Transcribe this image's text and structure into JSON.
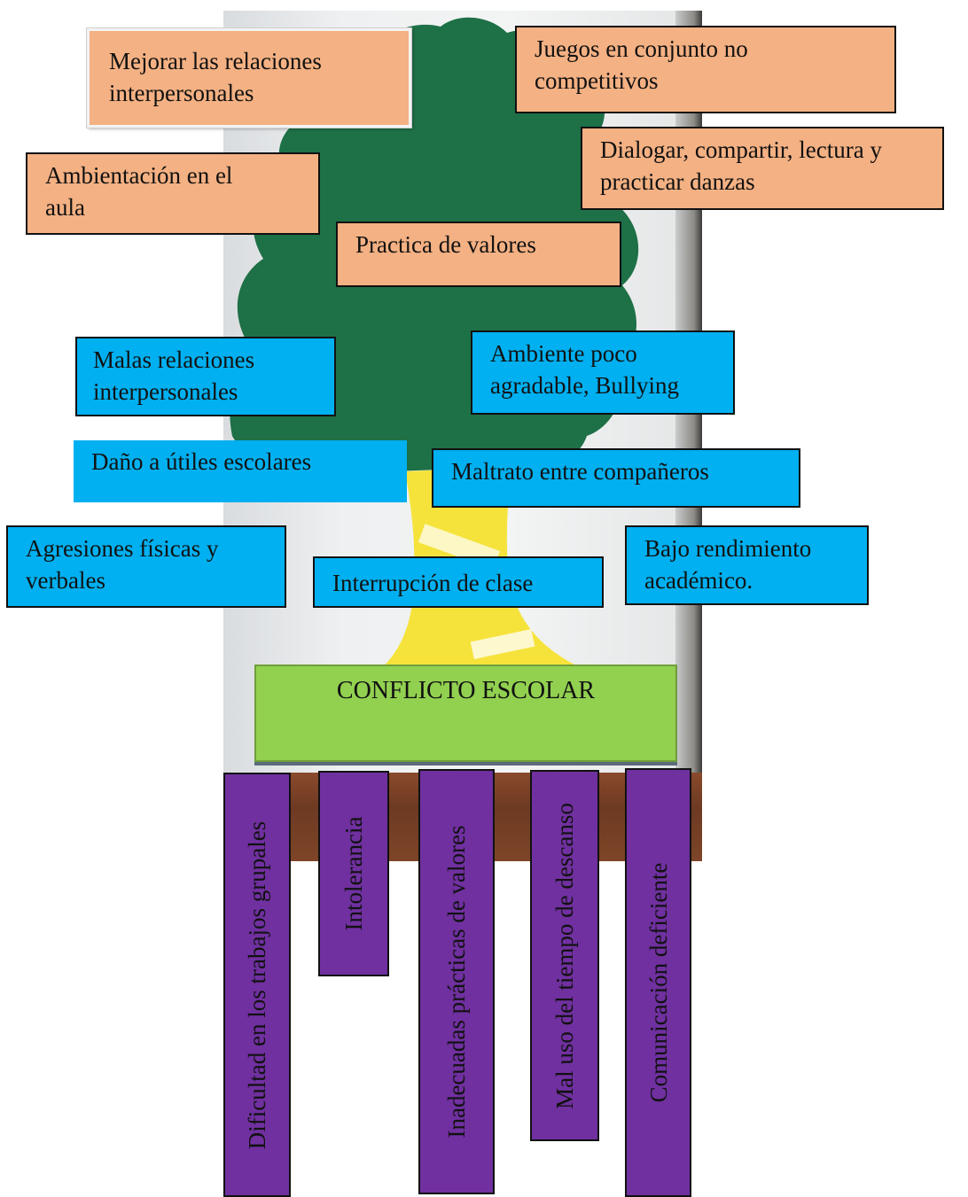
{
  "effects": [
    {
      "id": "mejorar",
      "lines": [
        "Mejorar las relaciones",
        "interpersonales"
      ]
    },
    {
      "id": "juegos",
      "lines": [
        "Juegos en conjunto no",
        "competitivos"
      ]
    },
    {
      "id": "dialogar",
      "lines": [
        "Dialogar, compartir, lectura y",
        "practicar danzas"
      ]
    },
    {
      "id": "ambientacion",
      "lines": [
        "Ambientación en el",
        "aula"
      ]
    },
    {
      "id": "practica",
      "lines": [
        "Practica de valores"
      ]
    }
  ],
  "problems": [
    {
      "id": "malas",
      "lines": [
        " Malas relaciones",
        "interpersonales"
      ]
    },
    {
      "id": "ambiente",
      "lines": [
        "Ambiente poco",
        "agradable, Bullying"
      ]
    },
    {
      "id": "dano",
      "lines": [
        "Daño a útiles escolares"
      ]
    },
    {
      "id": "maltrato",
      "lines": [
        "Maltrato entre compañeros"
      ]
    },
    {
      "id": "agresiones",
      "lines": [
        "Agresiones físicas y",
        "verbales"
      ]
    },
    {
      "id": "interrupcion",
      "lines": [
        "Interrupción de clase"
      ]
    },
    {
      "id": "bajo",
      "lines": [
        "Bajo rendimiento",
        "académico."
      ]
    }
  ],
  "central": {
    "label": "CONFLICTO ESCOLAR"
  },
  "causes": [
    {
      "id": "dificultad",
      "label": "Dificultad en los trabajos  grupales"
    },
    {
      "id": "intolerancia",
      "label": "Intolerancia"
    },
    {
      "id": "inadecuadas",
      "label": "Inadecuadas prácticas de valores"
    },
    {
      "id": "maluso",
      "label": "Mal uso del tiempo de descanso"
    },
    {
      "id": "comunicacion",
      "label": "Comunicación deficiente"
    }
  ],
  "colors": {
    "effects": "#f4b183",
    "problems": "#00b0f0",
    "central": "#92d050",
    "causes": "#7030a0",
    "canopy": "#1e7046",
    "trunk": "#f5e33c"
  }
}
